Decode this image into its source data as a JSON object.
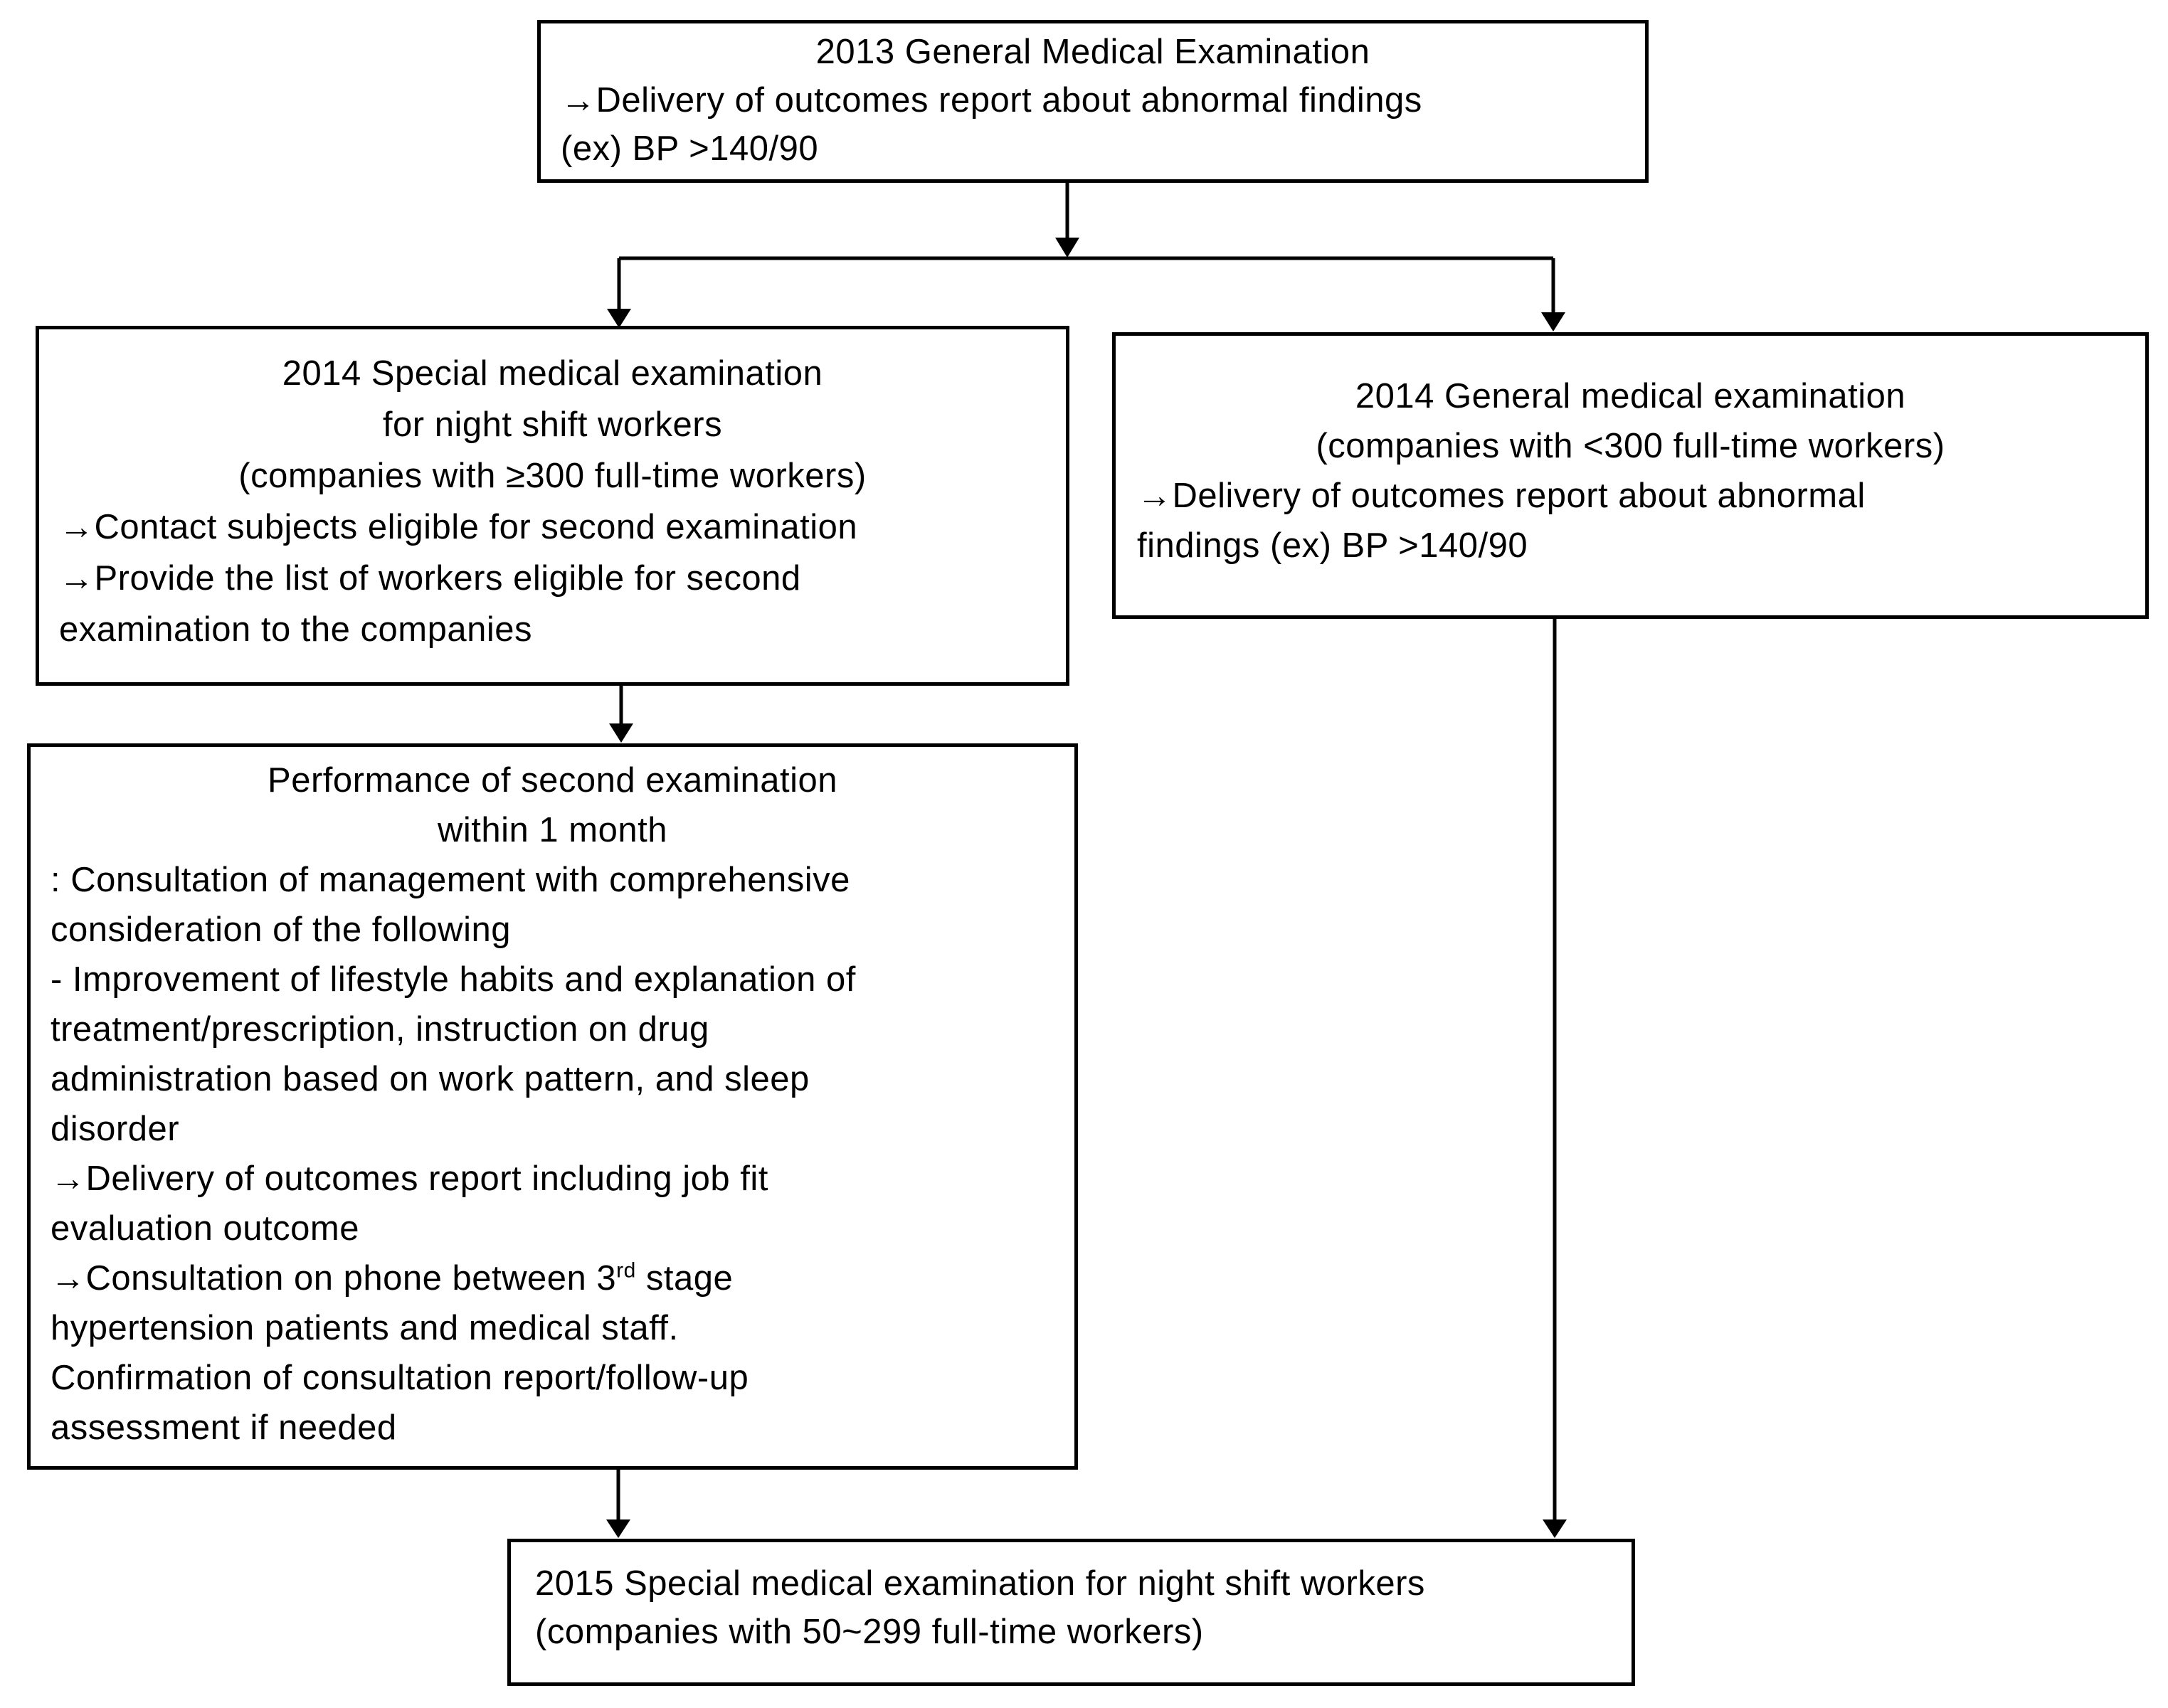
{
  "canvas": {
    "background": "#ffffff",
    "stroke": "#000000"
  },
  "boxes": {
    "exam_2013": {
      "title": "2013 General Medical Examination",
      "body": [
        "→Delivery of outcomes report about abnormal findings",
        "(ex) BP >140/90"
      ]
    },
    "special_2014": {
      "title": [
        "2014 Special medical examination",
        "for night shift workers",
        "(companies with ≥300 full-time workers)"
      ],
      "body": [
        "→Contact subjects eligible for second examination",
        "→Provide the list of workers eligible for second",
        "examination to the companies"
      ]
    },
    "general_2014": {
      "title": [
        "2014 General medical examination",
        "(companies with <300 full-time workers)"
      ],
      "body": [
        "→Delivery of outcomes report about abnormal",
        "findings (ex) BP >140/90"
      ]
    },
    "second_exam": {
      "title": [
        "Performance of second examination",
        "within 1 month"
      ],
      "body_before_sup": [
        ": Consultation of management with comprehensive",
        "consideration of the following",
        "- Improvement of lifestyle habits and explanation of",
        "treatment/prescription, instruction on drug",
        "administration based on work pattern, and sleep",
        "disorder",
        "→Delivery of outcomes report including job fit",
        "evaluation outcome"
      ],
      "phone_line": {
        "pre": "→Consultation on phone between 3",
        "sup": "rd",
        "post": " stage"
      },
      "body_after_sup": [
        "hypertension patients and medical staff.",
        "Confirmation of consultation report/follow-up",
        "assessment if needed"
      ]
    },
    "special_2015": {
      "body": [
        "2015 Special medical examination for night shift workers",
        "(companies with 50~299 full-time workers)"
      ]
    }
  }
}
